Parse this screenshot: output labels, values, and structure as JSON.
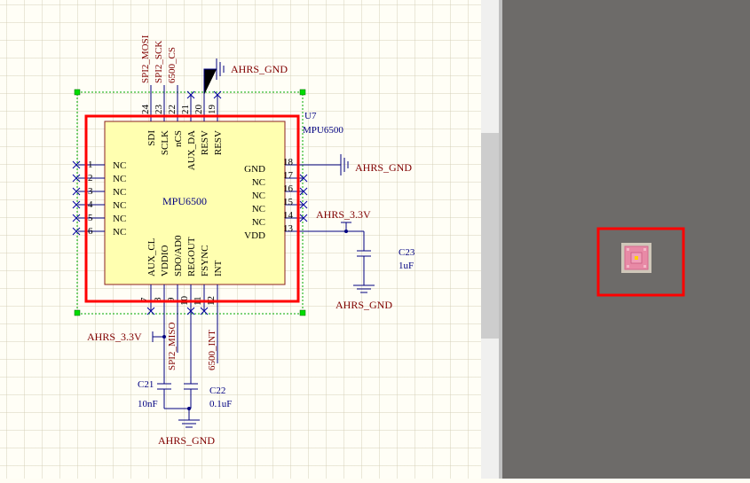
{
  "component": {
    "designator": "U7",
    "comment": "MPU6500",
    "body_label": "MPU6500",
    "pins_left": [
      {
        "num": "1",
        "name": "NC"
      },
      {
        "num": "2",
        "name": "NC"
      },
      {
        "num": "3",
        "name": "NC"
      },
      {
        "num": "4",
        "name": "NC"
      },
      {
        "num": "5",
        "name": "NC"
      },
      {
        "num": "6",
        "name": "NC"
      }
    ],
    "pins_right": [
      {
        "num": "18",
        "name": "GND"
      },
      {
        "num": "17",
        "name": "NC"
      },
      {
        "num": "16",
        "name": "NC"
      },
      {
        "num": "15",
        "name": "NC"
      },
      {
        "num": "14",
        "name": "NC"
      },
      {
        "num": "13",
        "name": "VDD"
      }
    ],
    "pins_top": [
      {
        "num": "24",
        "name": "SDI"
      },
      {
        "num": "23",
        "name": "SCLK"
      },
      {
        "num": "22",
        "name": "nCS"
      },
      {
        "num": "21",
        "name": "AUX_DA"
      },
      {
        "num": "20",
        "name": "RESV"
      },
      {
        "num": "19",
        "name": "RESV"
      }
    ],
    "pins_bottom": [
      {
        "num": "7",
        "name": "AUX_CL"
      },
      {
        "num": "8",
        "name": "VDDIO"
      },
      {
        "num": "9",
        "name": "SDO/AD0"
      },
      {
        "num": "10",
        "name": "REGOUT"
      },
      {
        "num": "11",
        "name": "FSYNC"
      },
      {
        "num": "12",
        "name": "INT"
      }
    ]
  },
  "net_labels": {
    "spi_mosi": "SPI2_MOSI",
    "spi_sck": "SPI2_SCK",
    "cs": "6500_CS",
    "spi_miso": "SPI2_MISO",
    "int": "6500_INT"
  },
  "power_ports": {
    "gnd_top": "AHRS_GND",
    "gnd_right": "AHRS_GND",
    "vcc_right": "AHRS_3.3V",
    "gnd_c23": "AHRS_GND",
    "vcc_left": "AHRS_3.3V",
    "gnd_bottom": "AHRS_GND"
  },
  "capacitors": {
    "c23": {
      "designator": "C23",
      "value": "1uF"
    },
    "c21": {
      "designator": "C21",
      "value": "10nF"
    },
    "c22": {
      "designator": "C22",
      "value": "0.1uF"
    }
  },
  "colors": {
    "wire": "#000080",
    "component_body": "#ffffb0",
    "net_text": "#800000",
    "designator_text": "#000080",
    "highlight": "#ff0000",
    "selection": "#00cc00",
    "pcb_background": "#6d6b69"
  }
}
